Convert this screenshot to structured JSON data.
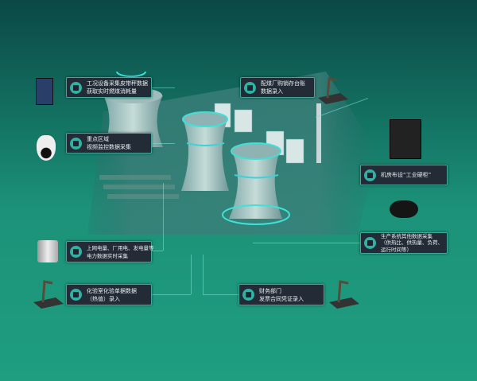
{
  "callouts": [
    {
      "id": "belt-scale",
      "lines": [
        "工况设备采集皮带秤数据",
        "获取实时燃煤消耗量"
      ],
      "icon": "belt-scale-icon"
    },
    {
      "id": "video",
      "lines": [
        "重点区域",
        "视频监控数据采集"
      ],
      "icon": "camera-icon"
    },
    {
      "id": "coal-ledger",
      "lines": [
        "配煤厂购销存台账",
        "数据录入"
      ],
      "icon": "scanner-icon"
    },
    {
      "id": "cabinet",
      "lines": [
        "机房布设“工业硬柜”"
      ],
      "icon": "cabinet-icon"
    },
    {
      "id": "production",
      "lines": [
        "生产系统其他数据采集",
        "（供热比、供热量、负荷、",
        "运行时间等）"
      ],
      "icon": "collector-icon"
    },
    {
      "id": "power",
      "lines": [
        "上网电量、厂用电、发电量等",
        "电力数据实时采集"
      ],
      "icon": "meter-icon"
    },
    {
      "id": "lab",
      "lines": [
        "化验室化验单据数据",
        "（热值）录入"
      ],
      "icon": "scanner-icon"
    },
    {
      "id": "finance",
      "lines": [
        "财务部门",
        "发票合同凭证录入"
      ],
      "icon": "scanner-icon"
    }
  ],
  "colors": {
    "box": "#232b37",
    "border": "#3fa89a",
    "icon": "#2fb1a3"
  }
}
